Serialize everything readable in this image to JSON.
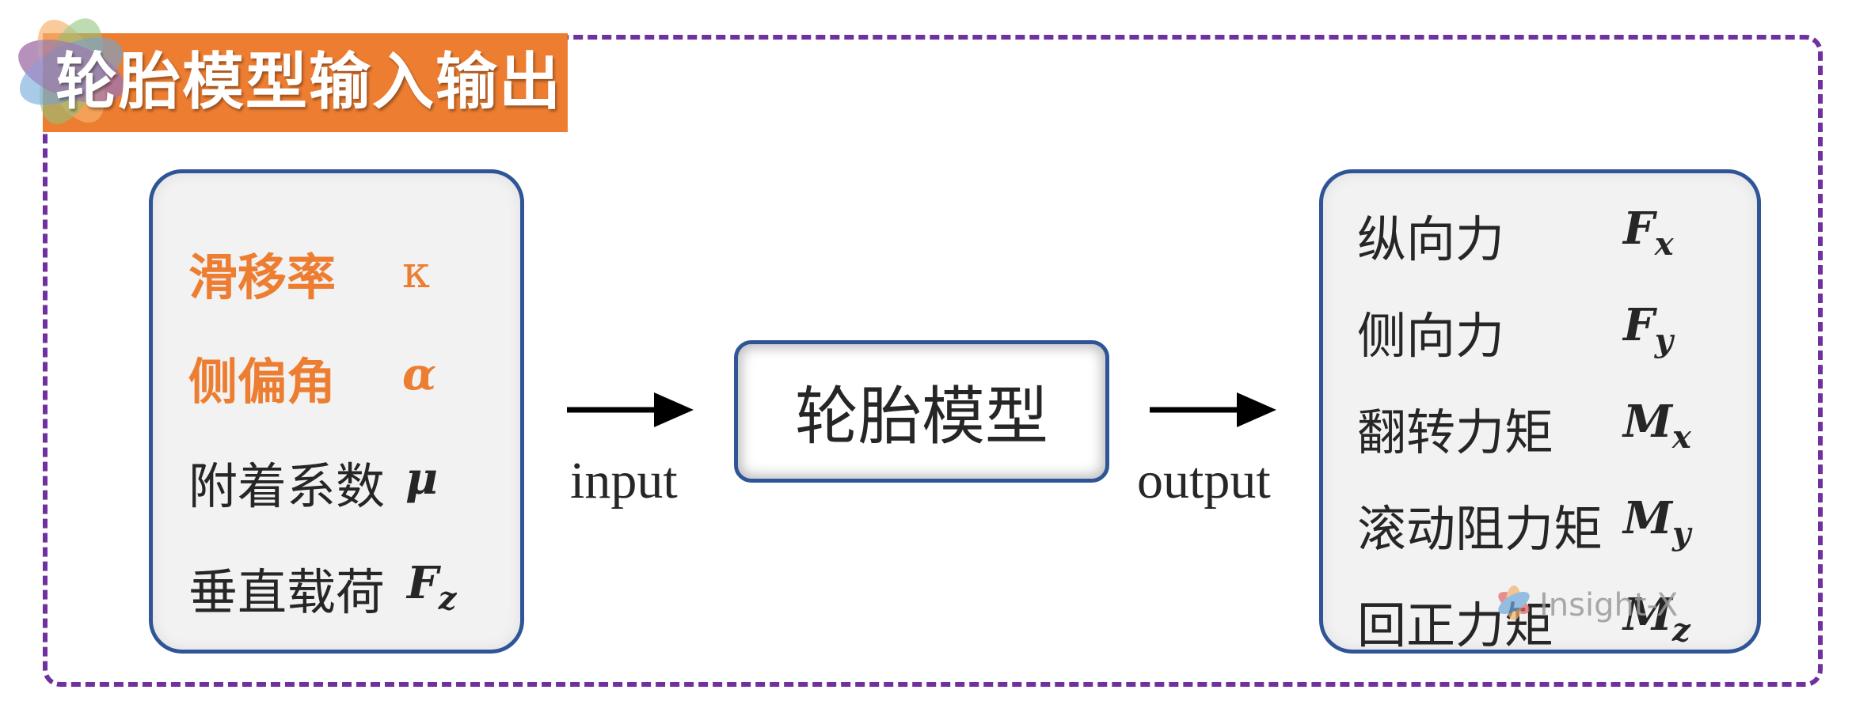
{
  "title": "轮胎模型输入输出",
  "center": {
    "label": "轮胎模型"
  },
  "inputs": [
    {
      "label": "滑移率",
      "symbol": "κ",
      "sub": "",
      "highlight": true
    },
    {
      "label": "侧偏角",
      "symbol": "α",
      "sub": "",
      "highlight": true
    },
    {
      "label": "附着系数",
      "symbol": "μ",
      "sub": "",
      "highlight": false
    },
    {
      "label": "垂直载荷",
      "symbol": "F",
      "sub": "z",
      "highlight": false
    }
  ],
  "outputs": [
    {
      "label": "纵向力",
      "symbol": "F",
      "sub": "x"
    },
    {
      "label": "侧向力",
      "symbol": "F",
      "sub": "y"
    },
    {
      "label": "翻转力矩",
      "symbol": "M",
      "sub": "x"
    },
    {
      "label": "滚动阻力矩",
      "symbol": "M",
      "sub": "y"
    },
    {
      "label": "回正力矩",
      "symbol": "M",
      "sub": "z"
    }
  ],
  "arrows": {
    "input_label": "input",
    "output_label": "output"
  },
  "watermark": "Insight-X",
  "colors": {
    "accent": "#ED7D31",
    "frame": "#7030A0",
    "box_border": "#2F5597",
    "box_fill": "#F2F2F2"
  }
}
